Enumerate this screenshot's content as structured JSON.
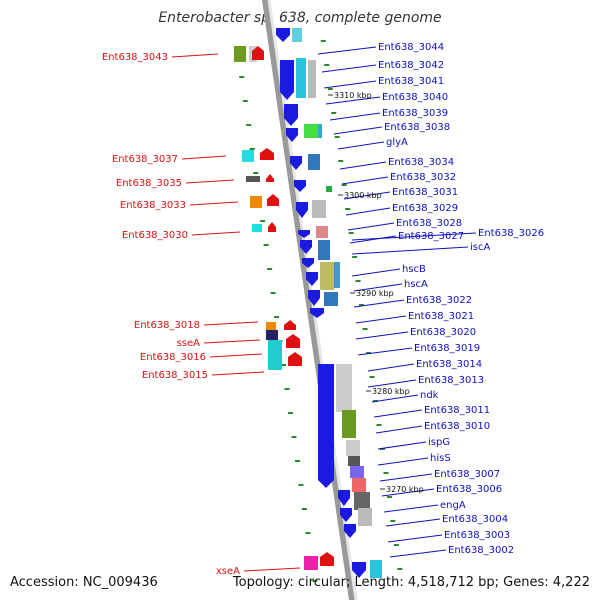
{
  "title": "Enterobacter sp. 638, complete genome",
  "footer": {
    "accession": "Accession: NC_009436",
    "summary": "Topology: circular; Length: 4,518,712 bp; Genes: 4,222"
  },
  "colors": {
    "left_label": "#dd1111",
    "right_label": "#1010c0",
    "backbone": "#999999",
    "tick": "#2a8a2a",
    "cds": "#1b1be0"
  },
  "kbp_markers": [
    "3310 kbp",
    "3300 kbp",
    "3290 kbp",
    "3280 kbp",
    "3270 kbp"
  ],
  "left_labels": [
    "Ent638_3043",
    "Ent638_3037",
    "Ent638_3035",
    "Ent638_3033",
    "Ent638_3030",
    "Ent638_3018",
    "sseA",
    "Ent638_3016",
    "Ent638_3015",
    "xseA"
  ],
  "right_labels": [
    "Ent638_3044",
    "Ent638_3042",
    "Ent638_3041",
    "Ent638_3040",
    "Ent638_3039",
    "Ent638_3038",
    "glyA",
    "Ent638_3034",
    "Ent638_3032",
    "Ent638_3031",
    "Ent638_3029",
    "Ent638_3028",
    "Ent638_3027",
    "Ent638_3026",
    "iscA",
    "hscB",
    "hscA",
    "Ent638_3022",
    "Ent638_3021",
    "Ent638_3020",
    "Ent638_3019",
    "Ent638_3014",
    "Ent638_3013",
    "ndk",
    "Ent638_3011",
    "Ent638_3010",
    "ispG",
    "hisS",
    "Ent638_3007",
    "Ent638_3006",
    "engA",
    "Ent638_3004",
    "Ent638_3003",
    "Ent638_3002"
  ]
}
